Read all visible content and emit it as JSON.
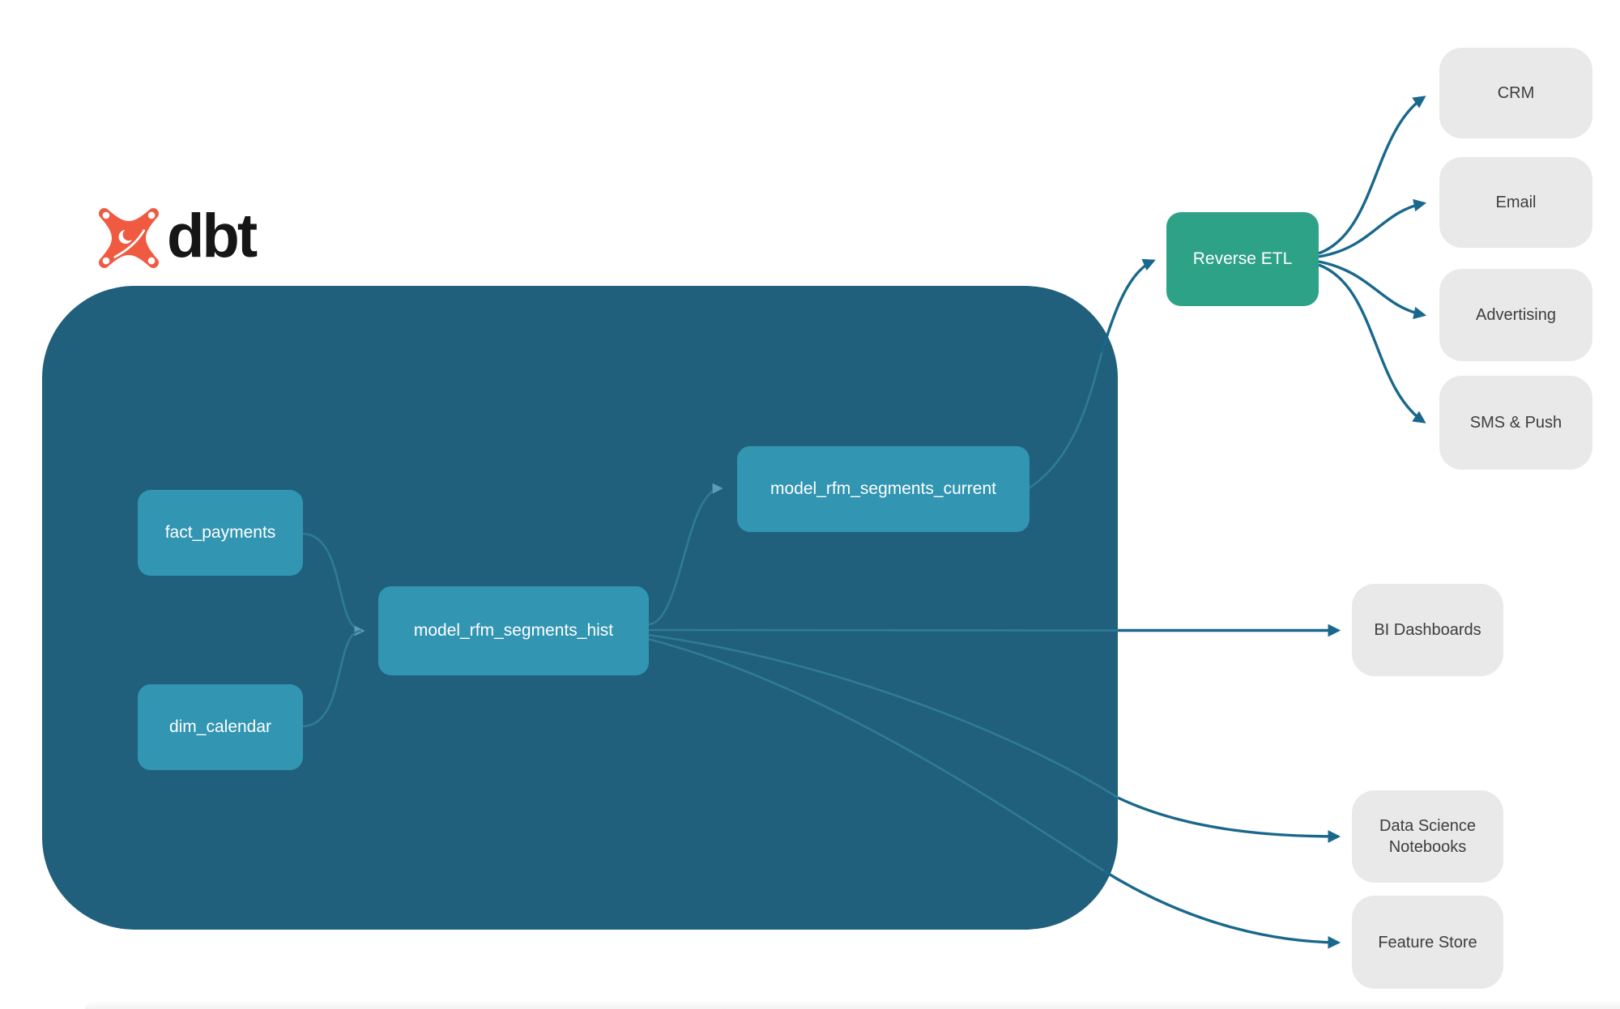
{
  "logo": {
    "brand": "dbt",
    "icon": "dbt-star-icon"
  },
  "colors": {
    "container": "#20607C",
    "model_node": "#3295B2",
    "reverse_etl_node": "#2EA287",
    "destination_node": "#E9E9E9",
    "destination_text": "#3E3E3E",
    "edge_outside": "#19688C",
    "edge_inside": "#2F7B97",
    "brand_orange": "#F05A40"
  },
  "nodes": {
    "fact_payments": {
      "label": "fact_payments"
    },
    "dim_calendar": {
      "label": "dim_calendar"
    },
    "hist": {
      "label": "model_rfm_segments_hist"
    },
    "current": {
      "label": "model_rfm_segments_current"
    },
    "reverse_etl": {
      "label": "Reverse ETL"
    },
    "crm": {
      "label": "CRM"
    },
    "email": {
      "label": "Email"
    },
    "advertising": {
      "label": "Advertising"
    },
    "sms_push": {
      "label": "SMS & Push"
    },
    "bi_dashboards": {
      "label": "BI Dashboards"
    },
    "ds_notebooks": {
      "label": "Data Science Notebooks"
    },
    "feature_store": {
      "label": "Feature Store"
    }
  },
  "edges": [
    {
      "from": "fact_payments",
      "to": "model_rfm_segments_hist"
    },
    {
      "from": "dim_calendar",
      "to": "model_rfm_segments_hist"
    },
    {
      "from": "model_rfm_segments_hist",
      "to": "model_rfm_segments_current"
    },
    {
      "from": "model_rfm_segments_current",
      "to": "Reverse ETL"
    },
    {
      "from": "Reverse ETL",
      "to": "CRM"
    },
    {
      "from": "Reverse ETL",
      "to": "Email"
    },
    {
      "from": "Reverse ETL",
      "to": "Advertising"
    },
    {
      "from": "Reverse ETL",
      "to": "SMS & Push"
    },
    {
      "from": "model_rfm_segments_hist",
      "to": "BI Dashboards"
    },
    {
      "from": "model_rfm_segments_hist",
      "to": "Data Science Notebooks"
    },
    {
      "from": "model_rfm_segments_hist",
      "to": "Feature Store"
    }
  ]
}
